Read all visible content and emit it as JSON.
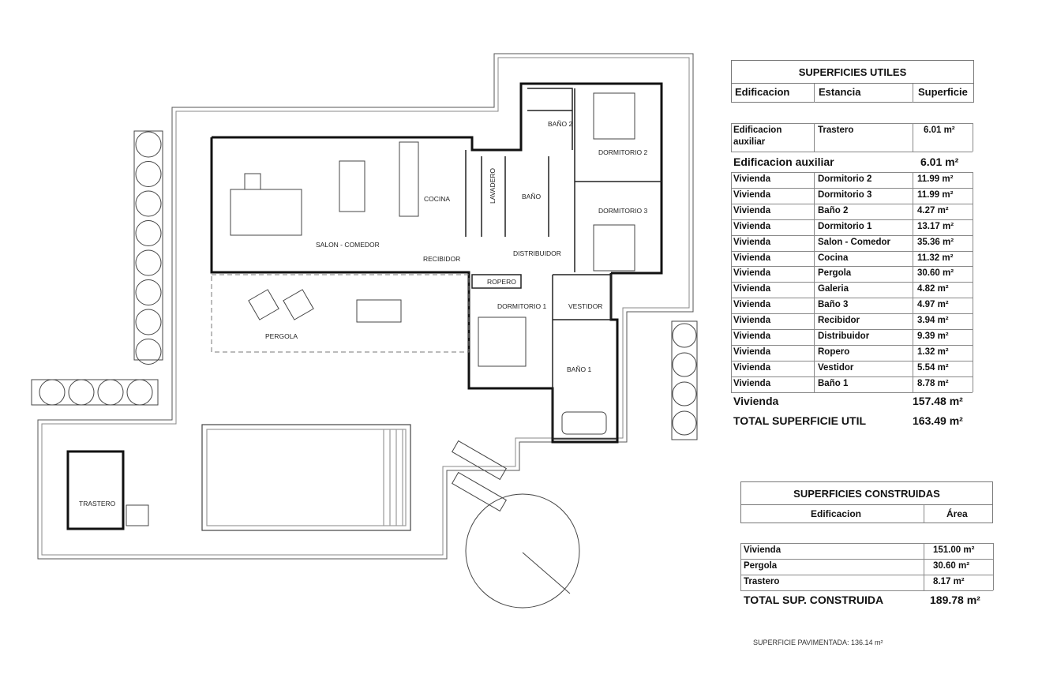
{
  "plan_labels": {
    "bano2": "BAÑO 2",
    "dormitorio2": "DORMITORIO 2",
    "dormitorio3": "DORMITORIO 3",
    "cocina": "COCINA",
    "lavadero": "LAVADERO",
    "bano": "BAÑO",
    "salon": "SALON - COMEDOR",
    "recibidor": "RECIBIDOR",
    "distribuidor": "DISTRIBUIDOR",
    "ropero": "ROPERO",
    "dormitorio1": "DORMITORIO 1",
    "vestidor": "VESTIDOR",
    "bano1": "BAÑO 1",
    "pergola": "PERGOLA",
    "trastero": "TRASTERO"
  },
  "utiles": {
    "title": "SUPERFICIES UTILES",
    "headers": [
      "Edificacion",
      "Estancia",
      "Superficie"
    ],
    "aux_row": {
      "edificacion_line1": "Edificacion",
      "edificacion_line2": "auxiliar",
      "estancia": "Trastero",
      "superficie": "6.01 m²"
    },
    "aux_total": {
      "label": "Edificacion auxiliar",
      "value": "6.01 m²"
    },
    "rows": [
      {
        "edificacion": "Vivienda",
        "estancia": "Dormitorio 2",
        "superficie": "11.99 m²"
      },
      {
        "edificacion": "Vivienda",
        "estancia": "Dormitorio 3",
        "superficie": "11.99 m²"
      },
      {
        "edificacion": "Vivienda",
        "estancia": "Baño 2",
        "superficie": "4.27 m²"
      },
      {
        "edificacion": "Vivienda",
        "estancia": "Dormitorio 1",
        "superficie": "13.17 m²"
      },
      {
        "edificacion": "Vivienda",
        "estancia": "Salon  - Comedor",
        "superficie": "35.36 m²"
      },
      {
        "edificacion": "Vivienda",
        "estancia": "Cocina",
        "superficie": "11.32 m²"
      },
      {
        "edificacion": "Vivienda",
        "estancia": "Pergola",
        "superficie": "30.60 m²"
      },
      {
        "edificacion": "Vivienda",
        "estancia": "Galeria",
        "superficie": "4.82 m²"
      },
      {
        "edificacion": "Vivienda",
        "estancia": "Baño 3",
        "superficie": "4.97 m²"
      },
      {
        "edificacion": "Vivienda",
        "estancia": "Recibidor",
        "superficie": "3.94 m²"
      },
      {
        "edificacion": "Vivienda",
        "estancia": "Distribuidor",
        "superficie": "9.39 m²"
      },
      {
        "edificacion": "Vivienda",
        "estancia": "Ropero",
        "superficie": "1.32 m²"
      },
      {
        "edificacion": "Vivienda",
        "estancia": "Vestidor",
        "superficie": "5.54 m²"
      },
      {
        "edificacion": "Vivienda",
        "estancia": "Baño 1",
        "superficie": "8.78 m²"
      }
    ],
    "vivienda_total": {
      "label": "Vivienda",
      "value": "157.48 m²"
    },
    "grand_total": {
      "label": "TOTAL SUPERFICIE UTIL",
      "value": "163.49 m²"
    }
  },
  "construidas": {
    "title": "SUPERFICIES CONSTRUIDAS",
    "headers": [
      "Edificacion",
      "Área"
    ],
    "rows": [
      {
        "edificacion": "Vivienda",
        "area": "151.00 m²"
      },
      {
        "edificacion": "Pergola",
        "area": "30.60 m²"
      },
      {
        "edificacion": "Trastero",
        "area": "8.17 m²"
      }
    ],
    "total": {
      "label": "TOTAL SUP. CONSTRUIDA",
      "value": "189.78 m²"
    }
  },
  "footer": "SUPERFICIE PAVIMENTADA: 136.14 m²"
}
